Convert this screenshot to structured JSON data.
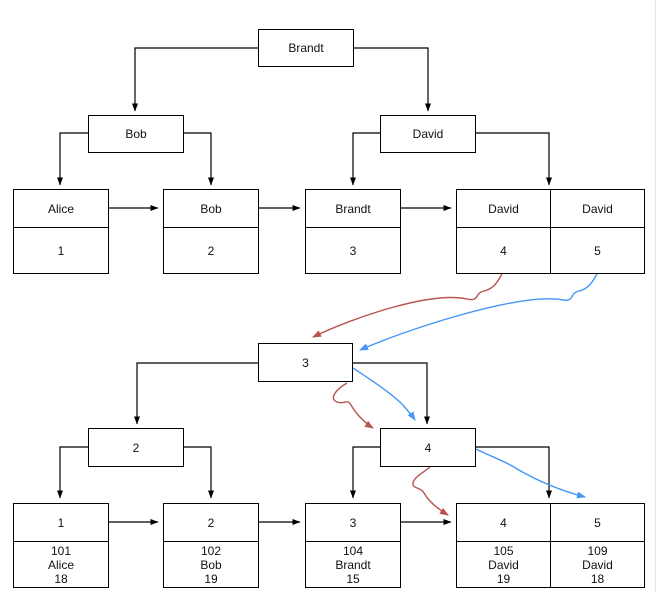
{
  "colors": {
    "line": "#000000",
    "red": "#b85450",
    "blue": "#4596f5",
    "edge_faint": "#e6e6e6"
  },
  "trees": {
    "name_index": {
      "root": {
        "label": "Brandt"
      },
      "internal": [
        {
          "label": "Bob"
        },
        {
          "label": "David"
        }
      ],
      "leaves": [
        {
          "key": "Alice",
          "val": "1"
        },
        {
          "key": "Bob",
          "val": "2"
        },
        {
          "key": "Brandt",
          "val": "3"
        },
        {
          "key": "David",
          "val": "4"
        },
        {
          "key": "David",
          "val": "5"
        }
      ]
    },
    "id_index": {
      "root": {
        "label": "3"
      },
      "internal": [
        {
          "label": "2"
        },
        {
          "label": "4"
        }
      ],
      "leaves": [
        {
          "key": "1",
          "rec": [
            "101",
            "Alice",
            "18"
          ]
        },
        {
          "key": "2",
          "rec": [
            "102",
            "Bob",
            "19"
          ]
        },
        {
          "key": "3",
          "rec": [
            "104",
            "Brandt",
            "15"
          ]
        },
        {
          "key": "4",
          "rec": [
            "105",
            "David",
            "19"
          ]
        },
        {
          "key": "5",
          "rec": [
            "109",
            "David",
            "18"
          ]
        }
      ]
    }
  }
}
